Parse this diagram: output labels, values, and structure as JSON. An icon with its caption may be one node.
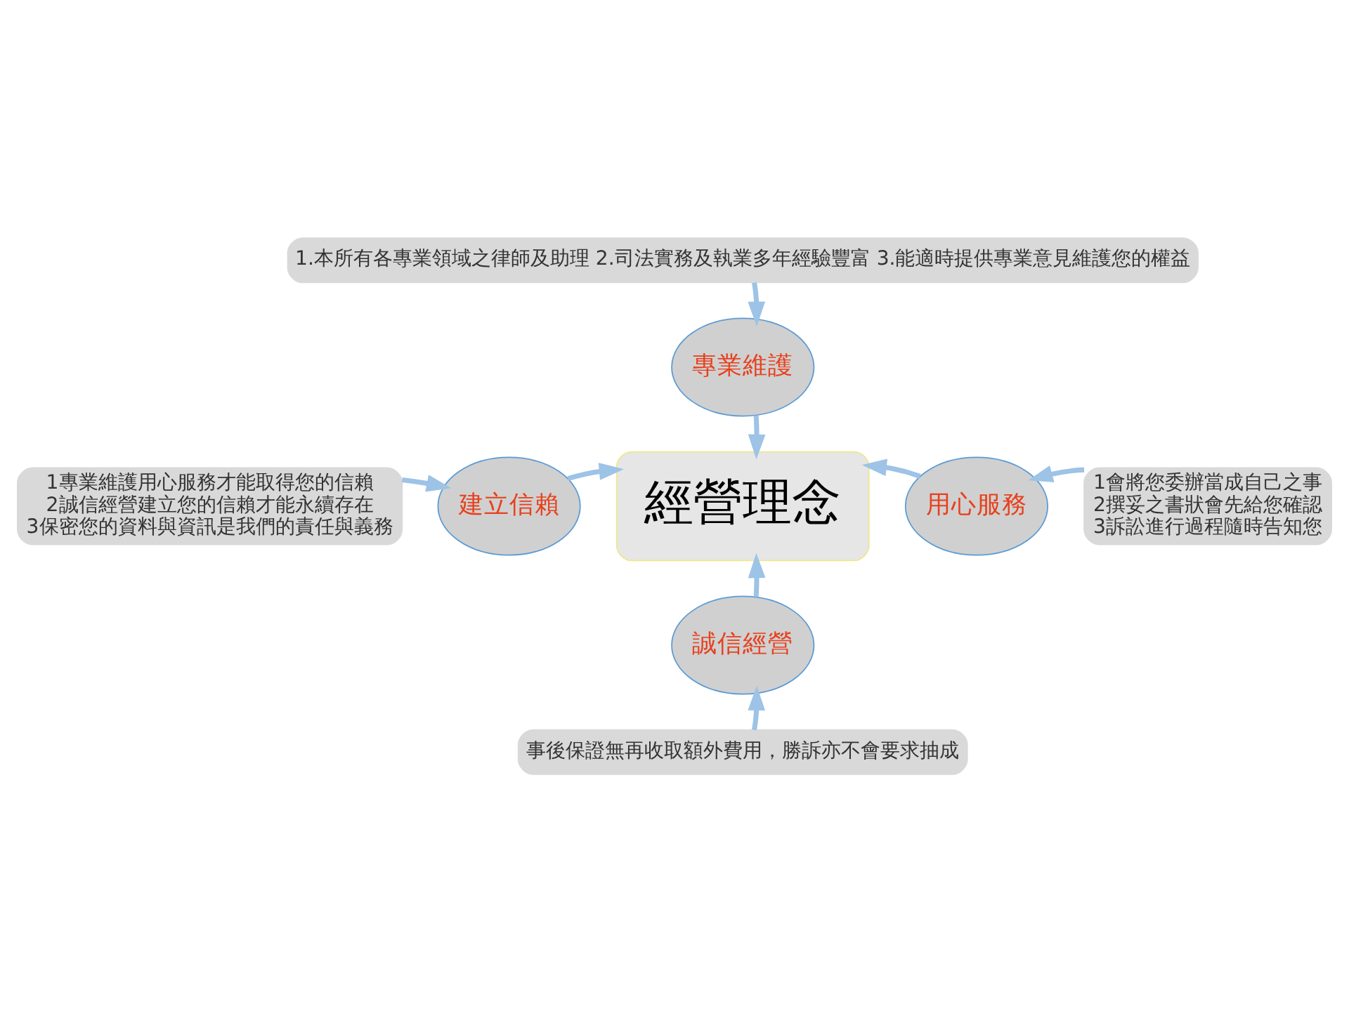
{
  "diagram": {
    "nodes": [
      {
        "text": [
          "1.本所有各專業領域之律師及助理 2.司法實務及執業多年經驗豐富 3.能適時提供專業意見維護您的權益"
        ]
      },
      {
        "text": [
          "專業維護"
        ]
      },
      {
        "text": [
          "1專業維護用心服務才能取得您的信賴",
          "2誠信經營建立您的信賴才能永續存在",
          "3保密您的資料與資訊是我們的責任與義務"
        ]
      },
      {
        "text": [
          "建立信賴"
        ]
      },
      {
        "text": [
          "經營理念"
        ]
      },
      {
        "text": [
          "用心服務"
        ]
      },
      {
        "text": [
          "1會將您委辦當成自己之事",
          "2撰妥之書狀會先給您確認",
          "3訴訟進行過程隨時告知您"
        ]
      },
      {
        "text": [
          "誠信經營"
        ]
      },
      {
        "text": [
          "事後保證無再收取額外費用，勝訴亦不會要求抽成"
        ]
      }
    ],
    "edges": [
      {
        "from": 0,
        "to": 1,
        "arrow": "to"
      },
      {
        "from": 1,
        "to": 4,
        "arrow": "to"
      },
      {
        "from": 2,
        "to": 3,
        "arrow": "to"
      },
      {
        "from": 3,
        "to": 4,
        "arrow": "to"
      },
      {
        "from": 6,
        "to": 5,
        "arrow": "to"
      },
      {
        "from": 5,
        "to": 4,
        "arrow": "to"
      },
      {
        "from": 8,
        "to": 7,
        "arrow": "to"
      },
      {
        "from": 7,
        "to": 4,
        "arrow": "to"
      }
    ]
  }
}
